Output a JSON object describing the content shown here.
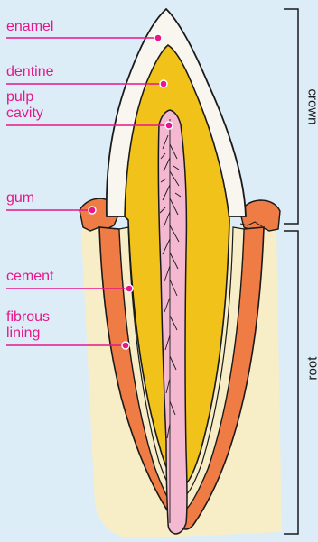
{
  "labels": {
    "enamel": "enamel",
    "dentine": "dentine",
    "pulp_line1": "pulp",
    "pulp_line2": "cavity",
    "gum": "gum",
    "cement": "cement",
    "fibrous_line1": "fibrous",
    "fibrous_line2": "lining"
  },
  "sections": {
    "crown": "crown",
    "root": "root"
  },
  "colors": {
    "background": "#dcedf8",
    "bone": "#f7edc7",
    "gum": "#ef7b45",
    "enamel": "#f8f6ee",
    "dentine": "#f1c21a",
    "pulp": "#f4b8d1",
    "label": "#e6178a",
    "outline": "#1a1a1a"
  }
}
